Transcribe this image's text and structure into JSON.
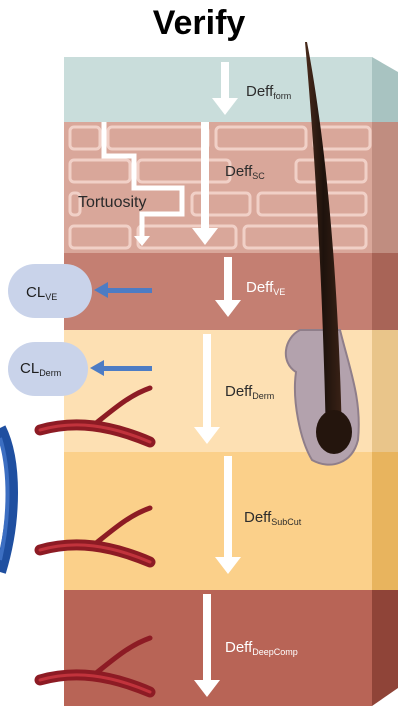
{
  "title": "Verify",
  "layers": [
    {
      "id": "formulation",
      "label": "Deff",
      "sub": "form",
      "color": "#c9dddb"
    },
    {
      "id": "stratum-corneum",
      "label": "Deff",
      "sub": "SC",
      "color": "#d9a79a"
    },
    {
      "id": "viable-epidermis",
      "label": "Deff",
      "sub": "VE",
      "color": "#c47f72"
    },
    {
      "id": "dermis",
      "label": "Deff",
      "sub": "Derm",
      "color": "#fde0b3"
    },
    {
      "id": "subcutis",
      "label": "Deff",
      "sub": "SubCut",
      "color": "#fbd08a"
    },
    {
      "id": "deep-compartment",
      "label": "Deff",
      "sub": "DeepComp",
      "color": "#b86456"
    }
  ],
  "tortuosity_label": "Tortuosity",
  "clearances": [
    {
      "id": "ve",
      "label": "CL",
      "sub": "VE"
    },
    {
      "id": "derm",
      "label": "CL",
      "sub": "Derm"
    }
  ],
  "colors": {
    "flux_arrow": "#ffffff",
    "clearance_arrow": "#4d7cc4",
    "clearance_bubble": "#c9d3ea",
    "hair_shaft": "#2b1a12",
    "hair_follicle": "#b3a2ad",
    "blood_vessel": "#8d1b24",
    "brick_line": "#f1d0c7"
  }
}
